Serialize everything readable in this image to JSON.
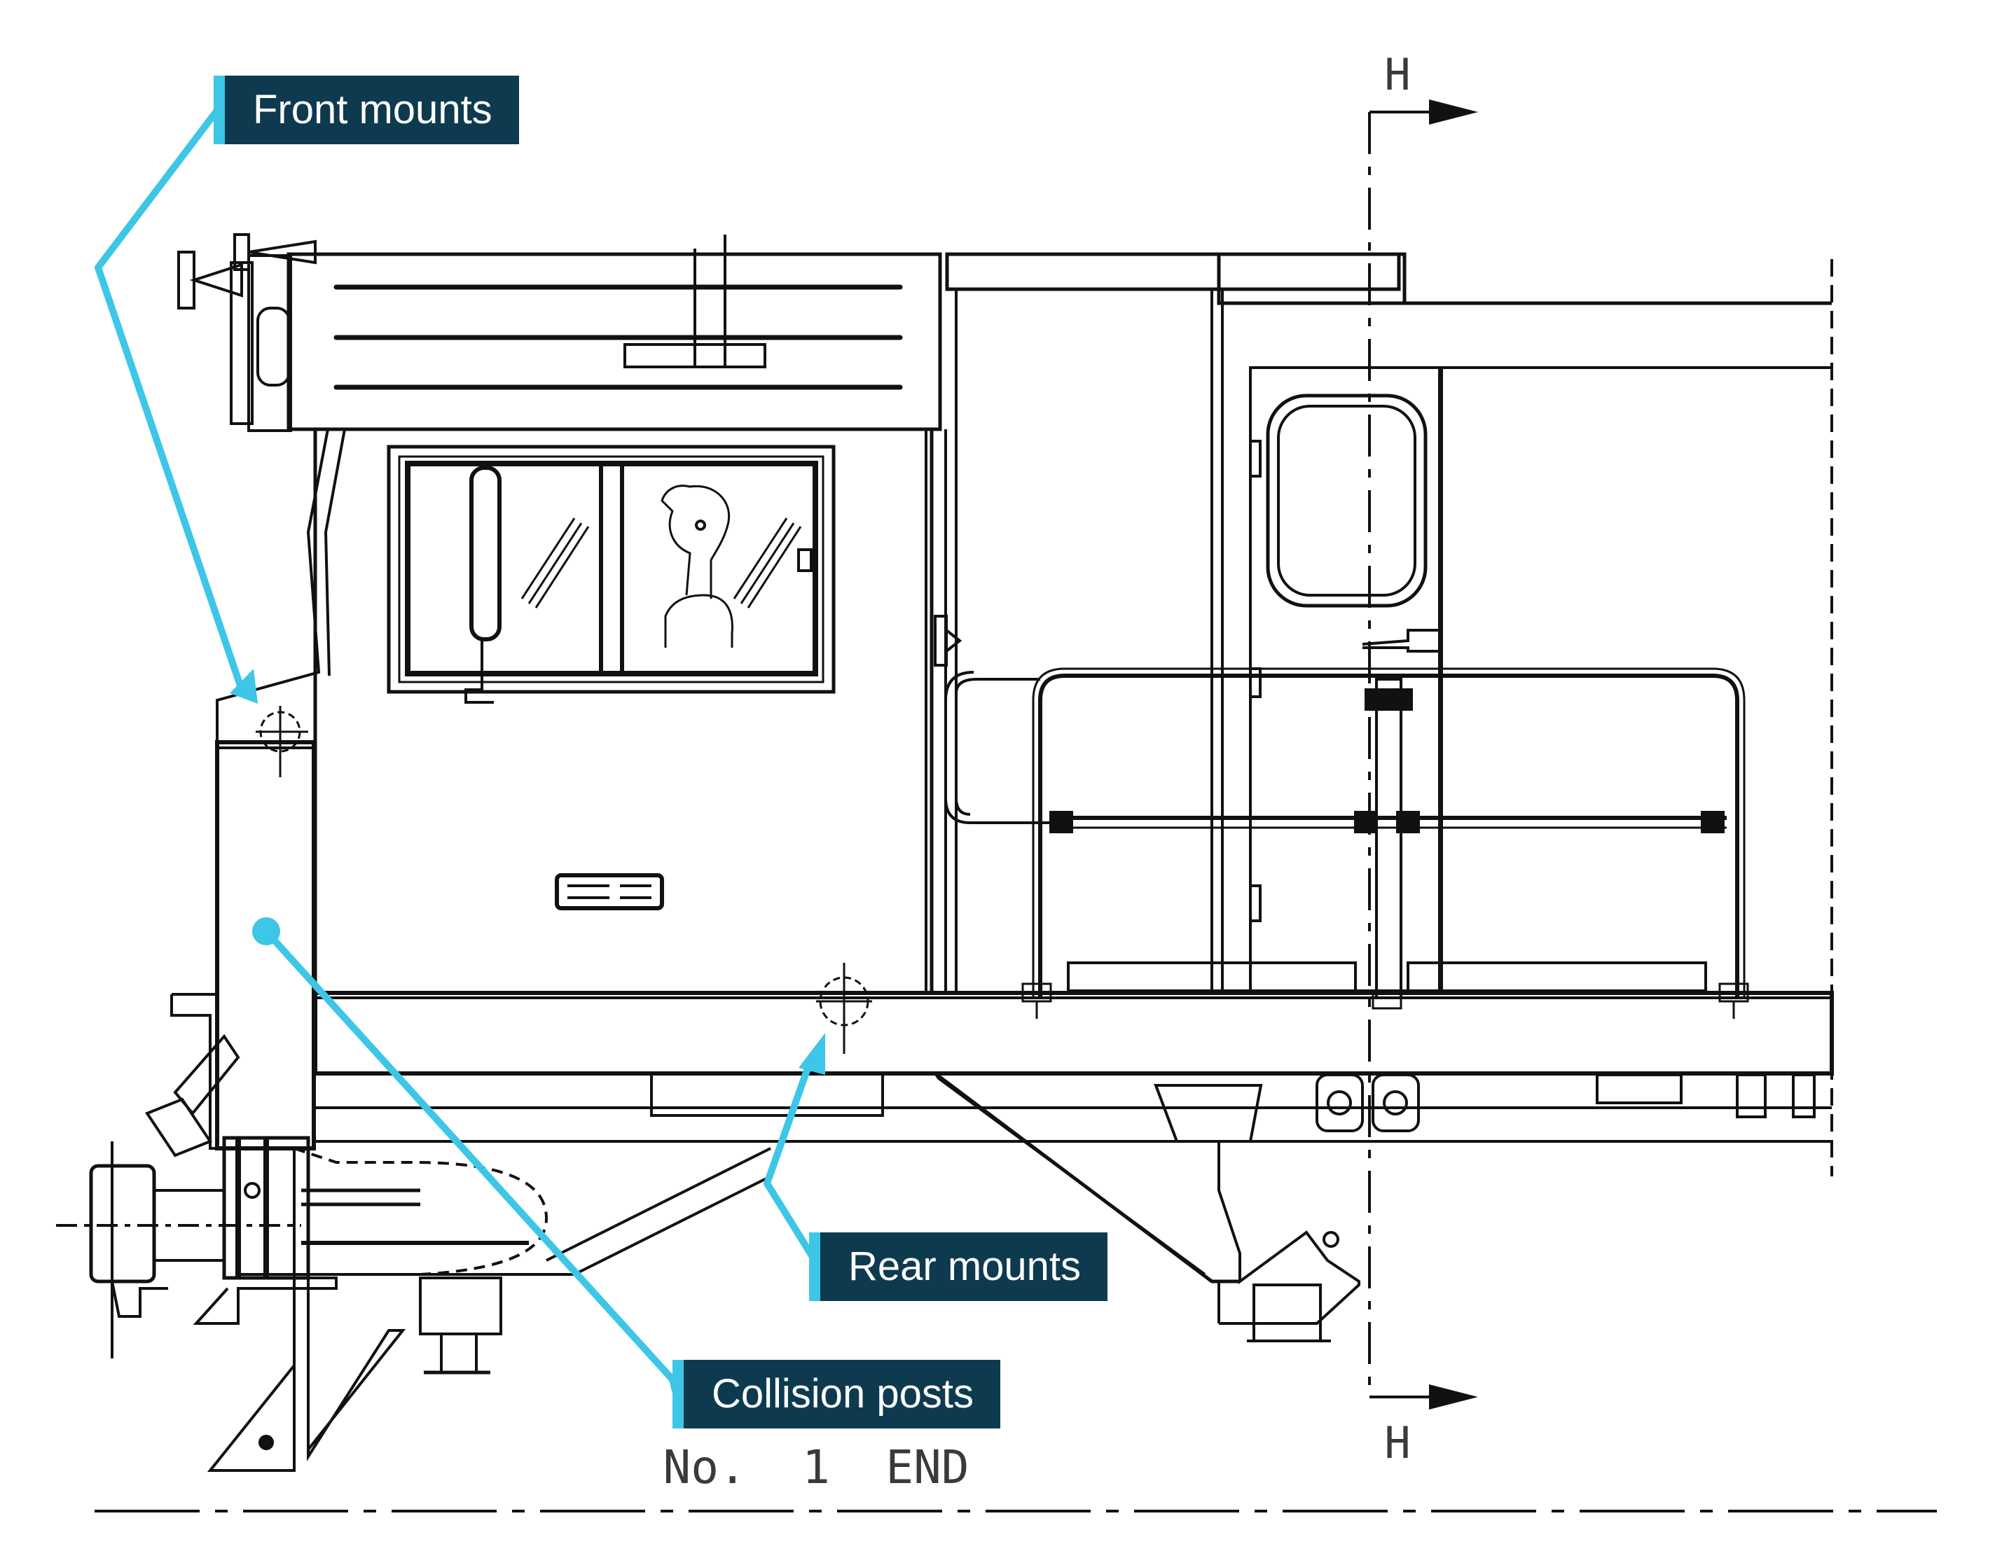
{
  "callouts": {
    "front_mounts": "Front mounts",
    "rear_mounts": "Rear mounts",
    "collision_posts": "Collision posts"
  },
  "drawing": {
    "section_mark_top": "H",
    "section_mark_bottom": "H",
    "end_label": "No.  1  END"
  },
  "colors": {
    "callout_bg": "#0e3a4f",
    "callout_accent": "#3ec6e6",
    "leader_line": "#3ec6e6",
    "line_art": "#111111"
  }
}
